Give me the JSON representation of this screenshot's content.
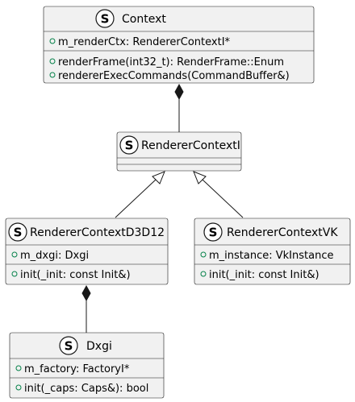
{
  "diagram": {
    "classes": {
      "context": {
        "stereotype": "S",
        "name": "Context",
        "fields": [
          "m_renderCtx: RendererContextI*"
        ],
        "methods": [
          "renderFrame(int32_t): RenderFrame::Enum",
          "rendererExecCommands(CommandBuffer&)"
        ]
      },
      "renderer_context_i": {
        "stereotype": "S",
        "name": "RendererContextI",
        "fields": [],
        "methods": []
      },
      "renderer_context_d3d12": {
        "stereotype": "S",
        "name": "RendererContextD3D12",
        "fields": [
          "m_dxgi: Dxgi"
        ],
        "methods": [
          "init(_init: const Init&)"
        ]
      },
      "renderer_context_vk": {
        "stereotype": "S",
        "name": "RendererContextVK",
        "fields": [
          "m_instance: VkInstance"
        ],
        "methods": [
          "init(_init: const Init&)"
        ]
      },
      "dxgi": {
        "stereotype": "S",
        "name": "Dxgi",
        "fields": [
          "m_factory: FactoryI*"
        ],
        "methods": [
          "init(_caps: Caps&): bool"
        ]
      }
    },
    "relations": [
      {
        "from": "context",
        "to": "renderer_context_i",
        "kind": "composition"
      },
      {
        "from": "renderer_context_i",
        "to": "renderer_context_d3d12",
        "kind": "generalization"
      },
      {
        "from": "renderer_context_i",
        "to": "renderer_context_vk",
        "kind": "generalization"
      },
      {
        "from": "renderer_context_d3d12",
        "to": "dxgi",
        "kind": "composition"
      }
    ],
    "colors": {
      "box_fill": "#f1f1f1",
      "border": "#181818",
      "visibility_marker": "#038048"
    }
  }
}
